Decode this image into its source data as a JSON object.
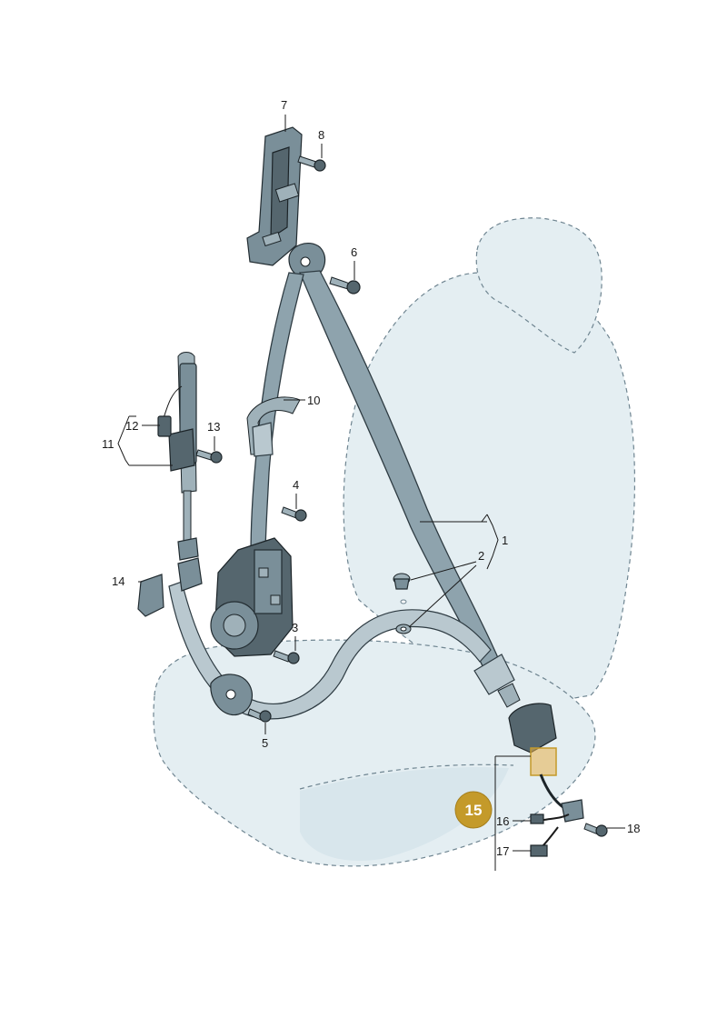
{
  "diagram": {
    "callouts": [
      {
        "id": "1",
        "label": "1"
      },
      {
        "id": "2",
        "label": "2"
      },
      {
        "id": "3",
        "label": "3"
      },
      {
        "id": "4",
        "label": "4"
      },
      {
        "id": "5",
        "label": "5"
      },
      {
        "id": "6",
        "label": "6"
      },
      {
        "id": "7",
        "label": "7"
      },
      {
        "id": "8",
        "label": "8"
      },
      {
        "id": "10",
        "label": "10"
      },
      {
        "id": "11",
        "label": "11"
      },
      {
        "id": "12",
        "label": "12"
      },
      {
        "id": "13",
        "label": "13"
      },
      {
        "id": "14",
        "label": "14"
      },
      {
        "id": "16",
        "label": "16"
      },
      {
        "id": "17",
        "label": "17"
      },
      {
        "id": "18",
        "label": "18"
      }
    ],
    "highlight": {
      "label": "15",
      "color": "#c49a2a"
    },
    "colors": {
      "seat": "#e4eef2",
      "belt": "#8ea3ad",
      "parts": "#7a8f99",
      "highlight_box": "#e8b04a"
    }
  }
}
